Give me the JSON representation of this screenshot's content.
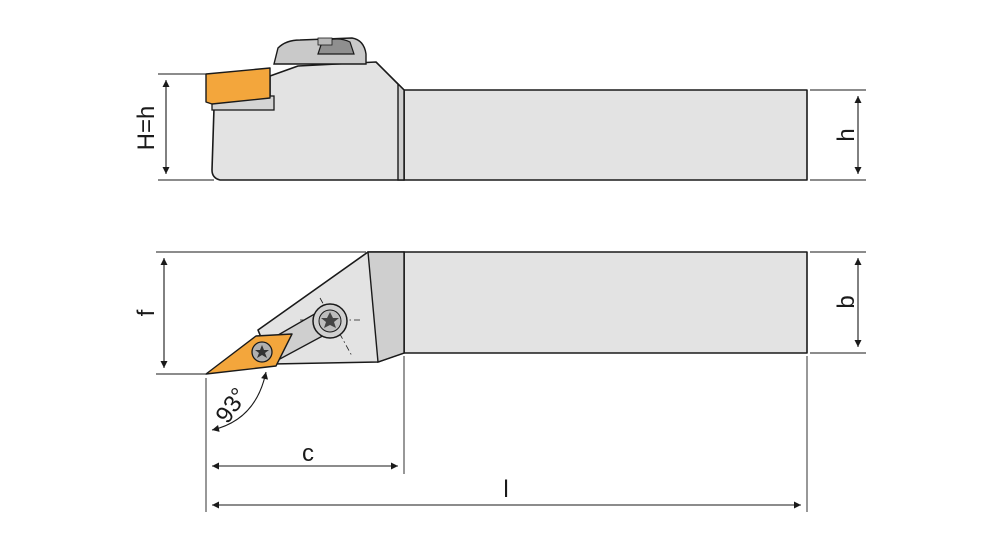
{
  "dimensions": {
    "overall_height": "H=h",
    "shank_height": "h",
    "offset": "f",
    "shank_width": "b",
    "approach_angle": "93°",
    "head_length": "c",
    "overall_length": "l"
  },
  "colors": {
    "body": "#e3e3e3",
    "body_shade": "#cfcfcf",
    "insert": "#f3a63c",
    "outline": "#1a1a1a"
  }
}
